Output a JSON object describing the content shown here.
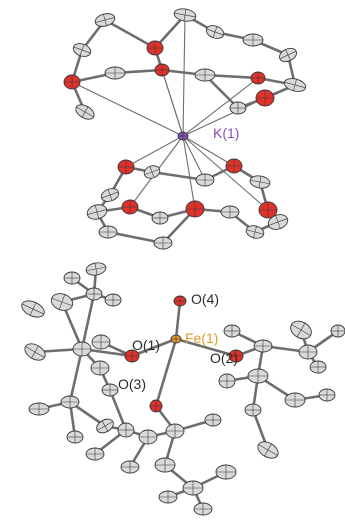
{
  "figure": {
    "labels": {
      "potassium": "K(1)",
      "iron": "Fe(1)",
      "oxygen_1": "O(1)",
      "oxygen_2": "O(2)",
      "oxygen_3": "O(3)",
      "oxygen_4": "O(4)"
    },
    "colors": {
      "carbon": "#d9d9d9",
      "oxygen": "#e0322b",
      "potassium": "#8a4fb3",
      "iron": "#e69a2e",
      "bond": "#6e6e6e",
      "outline": "#3a3a3a"
    }
  }
}
